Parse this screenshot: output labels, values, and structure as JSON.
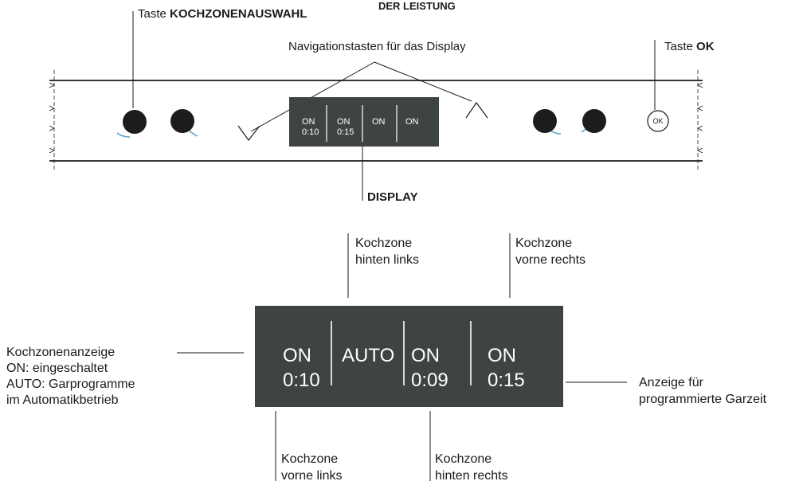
{
  "labels": {
    "taste_prefix": "Taste",
    "kochzonenauswahl": "KOCHZONENAUSWAHL",
    "der_leistung": "DER LEISTUNG",
    "navigation": "Navigationstasten für das Display",
    "ok_prefix": "Taste",
    "ok": "OK",
    "display": "DISPLAY",
    "hinten_links": "Kochzone\nhinten links",
    "vorne_rechts": "Kochzone\nvorne rechts",
    "kochzonenanzeige": "Kochzonenanzeige\nON: eingeschaltet\nAUTO: Garprogramme\nim Automatikbetrieb",
    "anzeige_garzeit": "Anzeige für\nprogrammierte Garzeit",
    "vorne_links": "Kochzone\nvorne links",
    "hinten_rechts": "Kochzone\nhinten rechts"
  },
  "small_display": {
    "cells": [
      "ON\n0:10",
      "ON\n0:15",
      "ON",
      "ON"
    ]
  },
  "big_display": {
    "cells": [
      "ON\n0:10",
      "AUTO",
      "ON\n0:09",
      "ON\n0:15"
    ]
  },
  "ok_button": {
    "text": "OK"
  },
  "colors": {
    "display_bg": "#3d4441",
    "display_text": "#ffffff",
    "knob": "#1c1c1c",
    "knob_accent": "#5aa6c8"
  }
}
